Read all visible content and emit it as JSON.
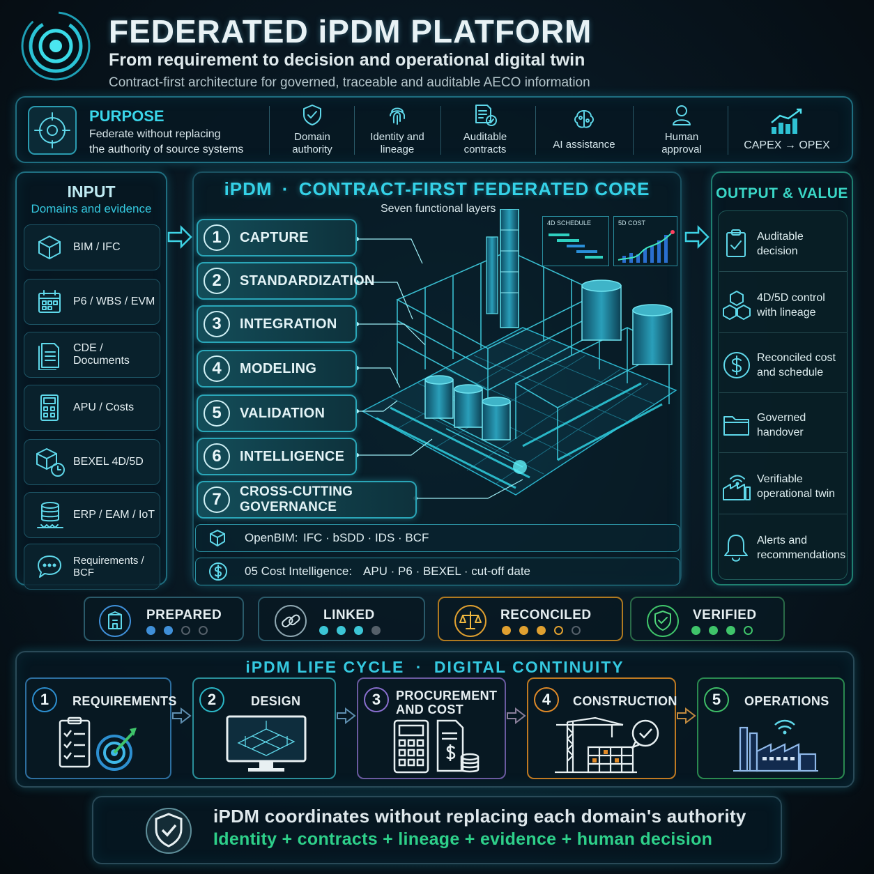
{
  "header": {
    "title": "FEDERATED iPDM PLATFORM",
    "subtitle": "From requirement to decision and operational digital twin",
    "tagline": "Contract-first architecture for governed, traceable and auditable AECO information",
    "logo_icon": "target-ring-icon"
  },
  "purpose": {
    "title": "PURPOSE",
    "line1": "Federate without replacing",
    "line2": "the authority of source systems",
    "items": [
      {
        "line1": "Domain",
        "line2": "authority",
        "icon": "shield-check-icon"
      },
      {
        "line1": "Identity and",
        "line2": "lineage",
        "icon": "fingerprint-icon"
      },
      {
        "line1": "Auditable",
        "line2": "contracts",
        "icon": "contract-check-icon"
      },
      {
        "line1": "AI assistance",
        "line2": "",
        "icon": "ai-brain-icon"
      },
      {
        "line1": "Human",
        "line2": "approval",
        "icon": "person-icon"
      },
      {
        "line1": "CAPEX → OPEX",
        "line2": "",
        "icon": "growth-chart-icon"
      }
    ]
  },
  "input": {
    "title": "INPUT",
    "subtitle": "Domains and evidence",
    "items": [
      {
        "label": "BIM / IFC",
        "icon": "cube-icon"
      },
      {
        "label": "P6 / WBS / EVM",
        "icon": "calendar-icon"
      },
      {
        "label": "CDE / Documents",
        "icon": "documents-icon"
      },
      {
        "label": "APU / Costs",
        "icon": "calculator-icon"
      },
      {
        "label": "BEXEL 4D/5D",
        "icon": "cube-clock-icon"
      },
      {
        "label": "ERP / EAM / IoT",
        "icon": "database-icon"
      },
      {
        "label": "Requirements / BCF",
        "icon": "chat-bubble-icon"
      }
    ]
  },
  "core": {
    "title_prefix": "iPDM",
    "separator": "·",
    "title": "CONTRACT-FIRST FEDERATED CORE",
    "subtitle": "Seven functional layers",
    "layers": [
      {
        "num": "1",
        "label": "CAPTURE"
      },
      {
        "num": "2",
        "label": "STANDARDIZATION"
      },
      {
        "num": "3",
        "label": "INTEGRATION"
      },
      {
        "num": "4",
        "label": "MODELING"
      },
      {
        "num": "5",
        "label": "VALIDATION"
      },
      {
        "num": "6",
        "label": "INTELLIGENCE"
      },
      {
        "num": "7",
        "label": "CROSS-CUTTING GOVERNANCE"
      }
    ],
    "openbim": {
      "label": "OpenBIM:",
      "value": "IFC · bSDD · IDS · BCF"
    },
    "cost": {
      "label": "05 Cost Intelligence:",
      "value": "APU · P6 · BEXEL · cut-off date"
    },
    "schedule_card": "4D SCHEDULE",
    "cost_card": "5D COST",
    "illustration_icon": "industrial-plant-digital-twin-icon"
  },
  "output": {
    "title": "OUTPUT & VALUE",
    "items": [
      {
        "line1": "Auditable",
        "line2": "decision",
        "icon": "clipboard-check-icon"
      },
      {
        "line1": "4D/5D control",
        "line2": "with lineage",
        "icon": "cubes-icon"
      },
      {
        "line1": "Reconciled cost",
        "line2": "and schedule",
        "icon": "dollar-circle-icon"
      },
      {
        "line1": "Governed",
        "line2": "handover",
        "icon": "folder-icon"
      },
      {
        "line1": "Verifiable",
        "line2": "operational twin",
        "icon": "factory-wifi-icon"
      },
      {
        "line1": "Alerts and",
        "line2": "recommendations",
        "icon": "bell-icon"
      }
    ]
  },
  "states": [
    {
      "label": "PREPARED",
      "color": "#3f8fd8",
      "filled": 2,
      "total": 4,
      "icon": "building-icon"
    },
    {
      "label": "LINKED",
      "color": "#3cc6d6",
      "filled": 3,
      "total": 4,
      "icon": "link-icon"
    },
    {
      "label": "RECONCILED",
      "color": "#e0a030",
      "filled": 3,
      "total": 5,
      "icon": "scales-icon"
    },
    {
      "label": "VERIFIED",
      "color": "#3fc46a",
      "filled": 3,
      "total": 4,
      "icon": "shield-check-icon"
    }
  ],
  "lifecycle": {
    "title": "iPDM LIFE CYCLE",
    "separator": "·",
    "subtitle": "DIGITAL CONTINUITY",
    "stages": [
      {
        "num": "1",
        "line1": "REQUIREMENTS",
        "line2": "",
        "color": "#2d8fd0",
        "icon": "checklist-target-icon"
      },
      {
        "num": "2",
        "line1": "DESIGN",
        "line2": "",
        "color": "#2ab8c8",
        "icon": "monitor-design-icon"
      },
      {
        "num": "3",
        "line1": "PROCUREMENT",
        "line2": "AND COST",
        "color": "#8a6fd0",
        "icon": "calculator-cost-icon"
      },
      {
        "num": "4",
        "line1": "CONSTRUCTION",
        "line2": "",
        "color": "#e08a28",
        "icon": "crane-icon"
      },
      {
        "num": "5",
        "line1": "OPERATIONS",
        "line2": "",
        "color": "#3fbf68",
        "icon": "factory-icon"
      }
    ]
  },
  "footer": {
    "line1": "iPDM coordinates without replacing each domain's authority",
    "line2": "Identity + contracts + lineage + evidence + human decision",
    "icon": "shield-check-icon"
  }
}
